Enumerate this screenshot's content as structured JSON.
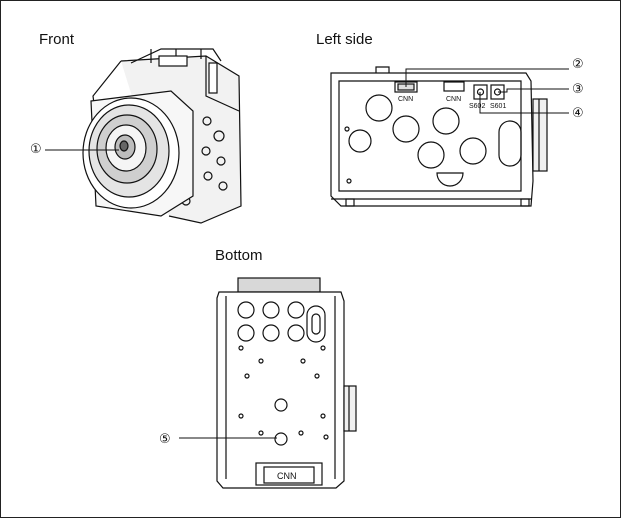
{
  "views": {
    "front": "Front",
    "left_side": "Left side",
    "bottom": "Bottom"
  },
  "callouts": {
    "c1": "①",
    "c2": "②",
    "c3": "③",
    "c4": "④",
    "c5": "⑤"
  },
  "connector_labels": {
    "left_cnn_1": "CNN",
    "left_cnn_2": "CNN",
    "switch_s602": "S602",
    "switch_s601": "S601",
    "bottom_cnn": "CNN"
  }
}
